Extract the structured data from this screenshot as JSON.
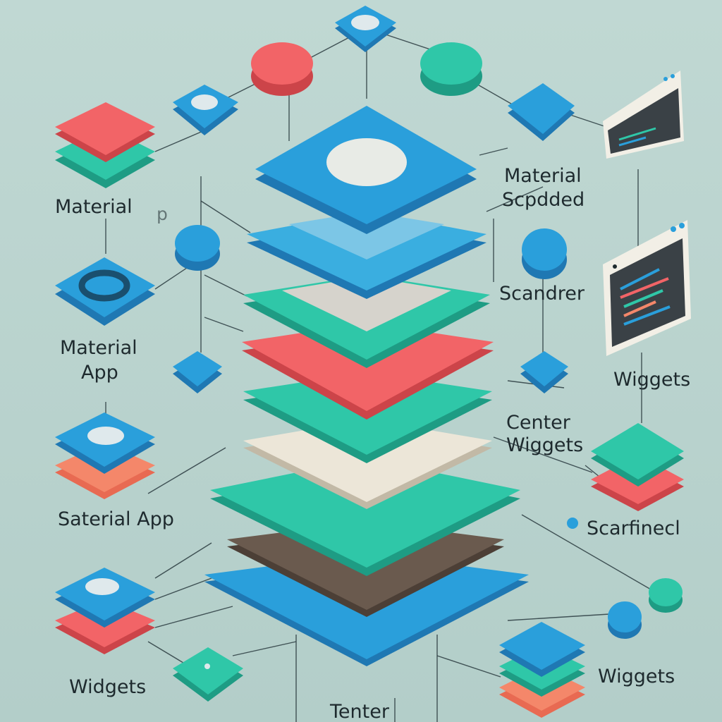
{
  "labels": {
    "material_top_left": "Material",
    "material_p_fragment": "p",
    "material_right_line1": "Material",
    "material_right_line2": "Scpdded",
    "scandrer": "Scandrer",
    "material_app_line1": "Material",
    "material_app_line2": "App",
    "widgets_right": "Wiggets",
    "center_line1": "Center",
    "center_line2": "Wiggets",
    "saterial_app": "Saterial App",
    "scaffold_right": "Scarfinecl",
    "widgets_bottom_left": "Widgets",
    "widgets_bottom_right": "Wiggets",
    "tenter": "Tenter"
  },
  "palette": {
    "background": "#b9d3ce",
    "blue": "#2a9fdb",
    "blue_side": "#1f78b3",
    "teal": "#2fc7a8",
    "teal_side": "#1e9c84",
    "coral": "#f26467",
    "coral_side": "#cc4449",
    "cream": "#ece6d8",
    "cream_side": "#c2b9a6",
    "brown": "#6a5a4e",
    "brown_side": "#4c3f36",
    "orange": "#f4876a"
  },
  "stack_layers": [
    "blue",
    "blue",
    "teal",
    "coral",
    "teal",
    "cream",
    "teal",
    "brown",
    "blue"
  ],
  "icons": [
    "circle-tile-icon",
    "ring-tile-icon",
    "cube-icon",
    "dot-icon",
    "code-window-icon"
  ]
}
